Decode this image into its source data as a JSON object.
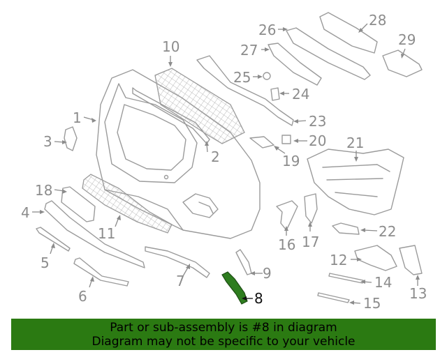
{
  "callouts": {
    "c1": "1",
    "c2": "2",
    "c3": "3",
    "c4": "4",
    "c5": "5",
    "c6": "6",
    "c7": "7",
    "c8": "8",
    "c9": "9",
    "c10": "10",
    "c11": "11",
    "c12": "12",
    "c13": "13",
    "c14": "14",
    "c15": "15",
    "c16": "16",
    "c17": "17",
    "c18": "18",
    "c19": "19",
    "c20": "20",
    "c21": "21",
    "c22": "22",
    "c23": "23",
    "c24": "24",
    "c25": "25",
    "c26": "26",
    "c27": "27",
    "c28": "28",
    "c29": "29"
  },
  "highlight": {
    "part": "8",
    "color": "#2e7d1f"
  },
  "banner": {
    "line1": "Part or sub-assembly is #8 in diagram",
    "line2": "Diagram may not be specific to your vehicle",
    "color": "#2b7a12"
  }
}
